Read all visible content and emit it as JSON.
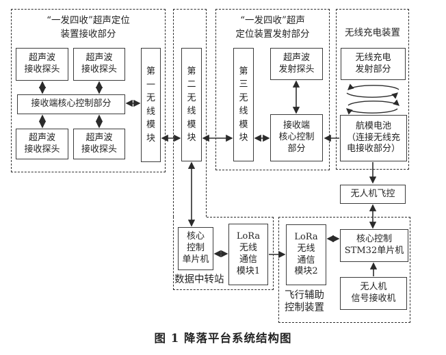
{
  "diagram": {
    "caption": "图 1  降落平台系统结构图",
    "groups": {
      "ultrasonic_rx": {
        "title": "“一发四收”超声定位\n装置接收部分"
      },
      "ultrasonic_tx": {
        "title": "“一发四收”超声\n定位装置发射部分"
      },
      "wireless_charging": {
        "title": "无线充电装置"
      },
      "data_relay": {
        "label": "数据中转站"
      },
      "flight_aux": {
        "label": "飞行辅助\n控制装置"
      }
    },
    "nodes": {
      "rx_probe_1": "超声波\n接收探头",
      "rx_probe_2": "超声波\n接收探头",
      "rx_probe_3": "超声波\n接收探头",
      "rx_probe_4": "超声波\n接收探头",
      "rx_core": "接收端核心控制部分",
      "module_1": "第\n一\n无\n线\n模\n块",
      "module_2": "第\n二\n无\n线\n模\n块",
      "module_3": "第\n三\n无\n线\n模\n块",
      "tx_probe": "超声波\n发射探头",
      "tx_core": "接收端\n核心控制\n部分",
      "wc_tx": "无线充电\n发射部分",
      "battery": "航模电池\n（连接无线充\n电接收部分）",
      "flight_ctrl": "无人机飞控",
      "relay_mcu": "核心\n控制\n单片机",
      "lora1": "LoRa\n无线\n通信\n模块1",
      "lora2": "LoRa\n无线\n通信\n模块2",
      "stm32": "核心控制\nSTM32单片机",
      "drone_receiver": "无人机\n信号接收机"
    },
    "colors": {
      "line": "#2b2b2b",
      "text": "#232323",
      "background": "#ffffff"
    }
  }
}
